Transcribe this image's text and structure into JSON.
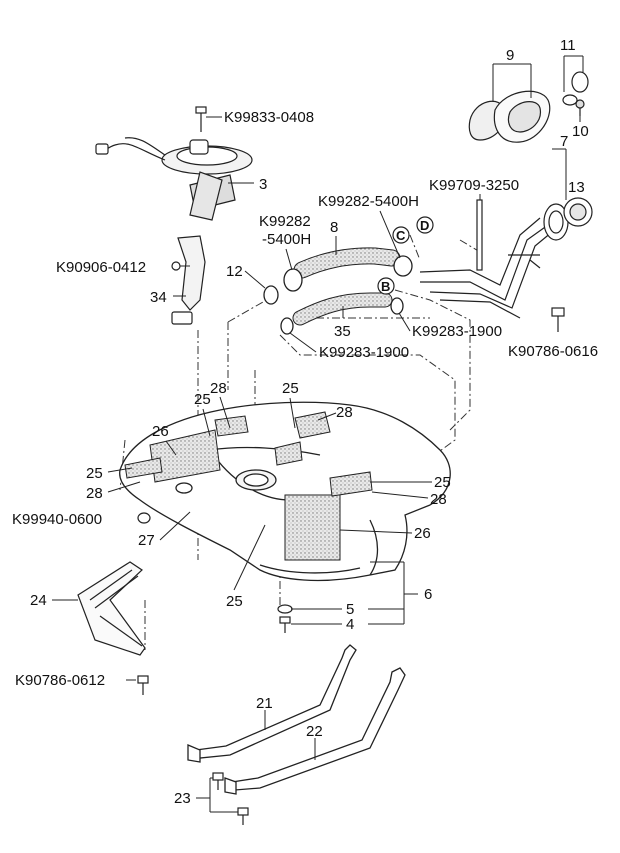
{
  "diagram": {
    "part_numbers": {
      "k99833_0408": "K99833-0408",
      "k99282_5400h_a": "K99282-5400H",
      "k99282_a_line1": "K99282",
      "k99282_a_line2": "-5400H",
      "k99709_3250": "K99709-3250",
      "k90906_0412": "K90906-0412",
      "k99283_1900_a": "K99283-1900",
      "k99283_1900_b": "K99283-1900",
      "k90786_0616": "K90786-0616",
      "k99940_0600": "K99940-0600",
      "k90786_0612": "K90786-0612"
    },
    "refs": {
      "r3": "3",
      "r4": "4",
      "r5": "5",
      "r6": "6",
      "r8": "8",
      "r9": "9",
      "r10": "10",
      "r11": "11",
      "r12": "12",
      "r13": "13",
      "r7": "7",
      "r21": "21",
      "r22": "22",
      "r23": "23",
      "r24": "24",
      "r27": "27",
      "r34": "34",
      "r35": "35",
      "r25a": "25",
      "r25b": "25",
      "r25c": "25",
      "r25d": "25",
      "r25e": "25",
      "r26a": "26",
      "r26b": "26",
      "r28a": "28",
      "r28b": "28",
      "r28c": "28",
      "r28d": "28"
    },
    "connectors": {
      "b": "B",
      "c": "C",
      "d": "D"
    }
  }
}
